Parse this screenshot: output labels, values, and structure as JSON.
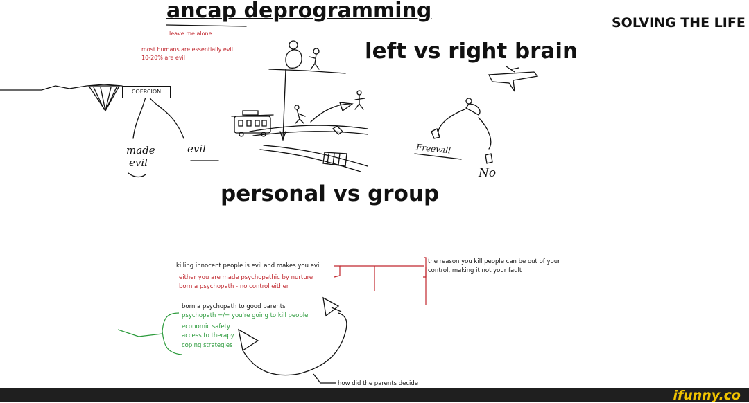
{
  "titles": {
    "main": "ancap deprogramming",
    "solving": "SOLVING THE LIFE",
    "left_right": "left vs right brain",
    "personal_group": "personal vs group"
  },
  "top_left_notes": {
    "leave_alone": "leave me alone",
    "evil_line1": "most humans are essentially evil",
    "evil_line2": "10-20% are evil"
  },
  "coercion_label": "COERCION",
  "handwritten": {
    "made_evil_1": "made",
    "made_evil_2": "evil",
    "evil": "evil",
    "freewill": "Freewill",
    "no": "No"
  },
  "lower_section": {
    "killing_line": "killing innocent people is evil and makes you evil",
    "either_line": "either you are made psychopathic by nurture",
    "born_line": "born a psychopath - no control either",
    "reason_line1": "the reason you kill people can be out of your",
    "reason_line2": "control, making it not your fault",
    "good_parents": "born a psychopath to good parents",
    "green_lines": [
      "psychopath =/= you're going to kill people",
      "economic safety",
      "access to therapy",
      "coping strategies"
    ],
    "parents_decide": "how did the parents decide"
  },
  "watermark": "ifunny.co",
  "colors": {
    "red": "#c0262d",
    "green": "#2a9a3a",
    "ink": "#111111",
    "watermark": "#f2c400"
  }
}
